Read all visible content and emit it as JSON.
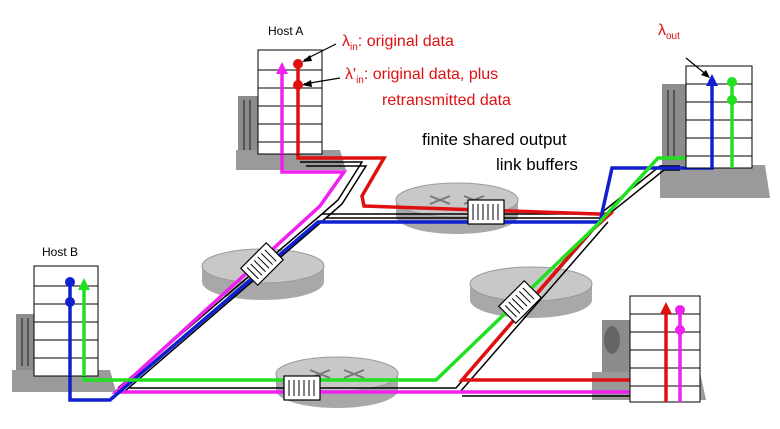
{
  "hosts": {
    "a": {
      "label": "Host A"
    },
    "b": {
      "label": "Host B"
    }
  },
  "annotations": {
    "lambda_symbol": "λ",
    "lambda_in_sub": "in",
    "lambda_in_desc": ": original data",
    "lambda_prime_symbol": "λ'",
    "lambda_prime_sub": "in",
    "lambda_prime_desc_line1": ": original data, plus",
    "lambda_prime_desc_line2": "retransmitted data",
    "lambda_out_sub": "out",
    "buffers_line1": "finite shared output",
    "buffers_line2": "link buffers"
  },
  "colors": {
    "red": "#e01010",
    "blue": "#1020d0",
    "green": "#20e020",
    "magenta": "#f020f0",
    "router": "#b8b8b8",
    "host_shade": "#909090"
  }
}
